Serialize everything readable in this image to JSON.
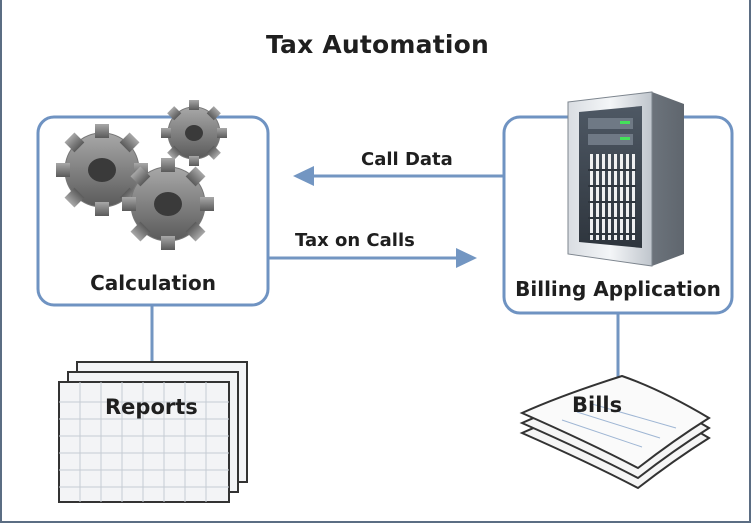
{
  "title": "Tax Automation",
  "nodes": {
    "calculation": {
      "label": "Calculation",
      "icon": "gears-icon"
    },
    "billing": {
      "label": "Billing Application",
      "icon": "server-icon"
    }
  },
  "arrows": {
    "call_data": "Call Data",
    "tax_on_calls": "Tax on Calls"
  },
  "documents": {
    "reports": {
      "label": "Reports",
      "icon": "spreadsheet-stack-icon"
    },
    "bills": {
      "label": "Bills",
      "icon": "paper-stack-icon"
    }
  },
  "colors": {
    "connector": "#7396c2",
    "box_border": "#6f93c2",
    "frame": "#5b6d83"
  }
}
